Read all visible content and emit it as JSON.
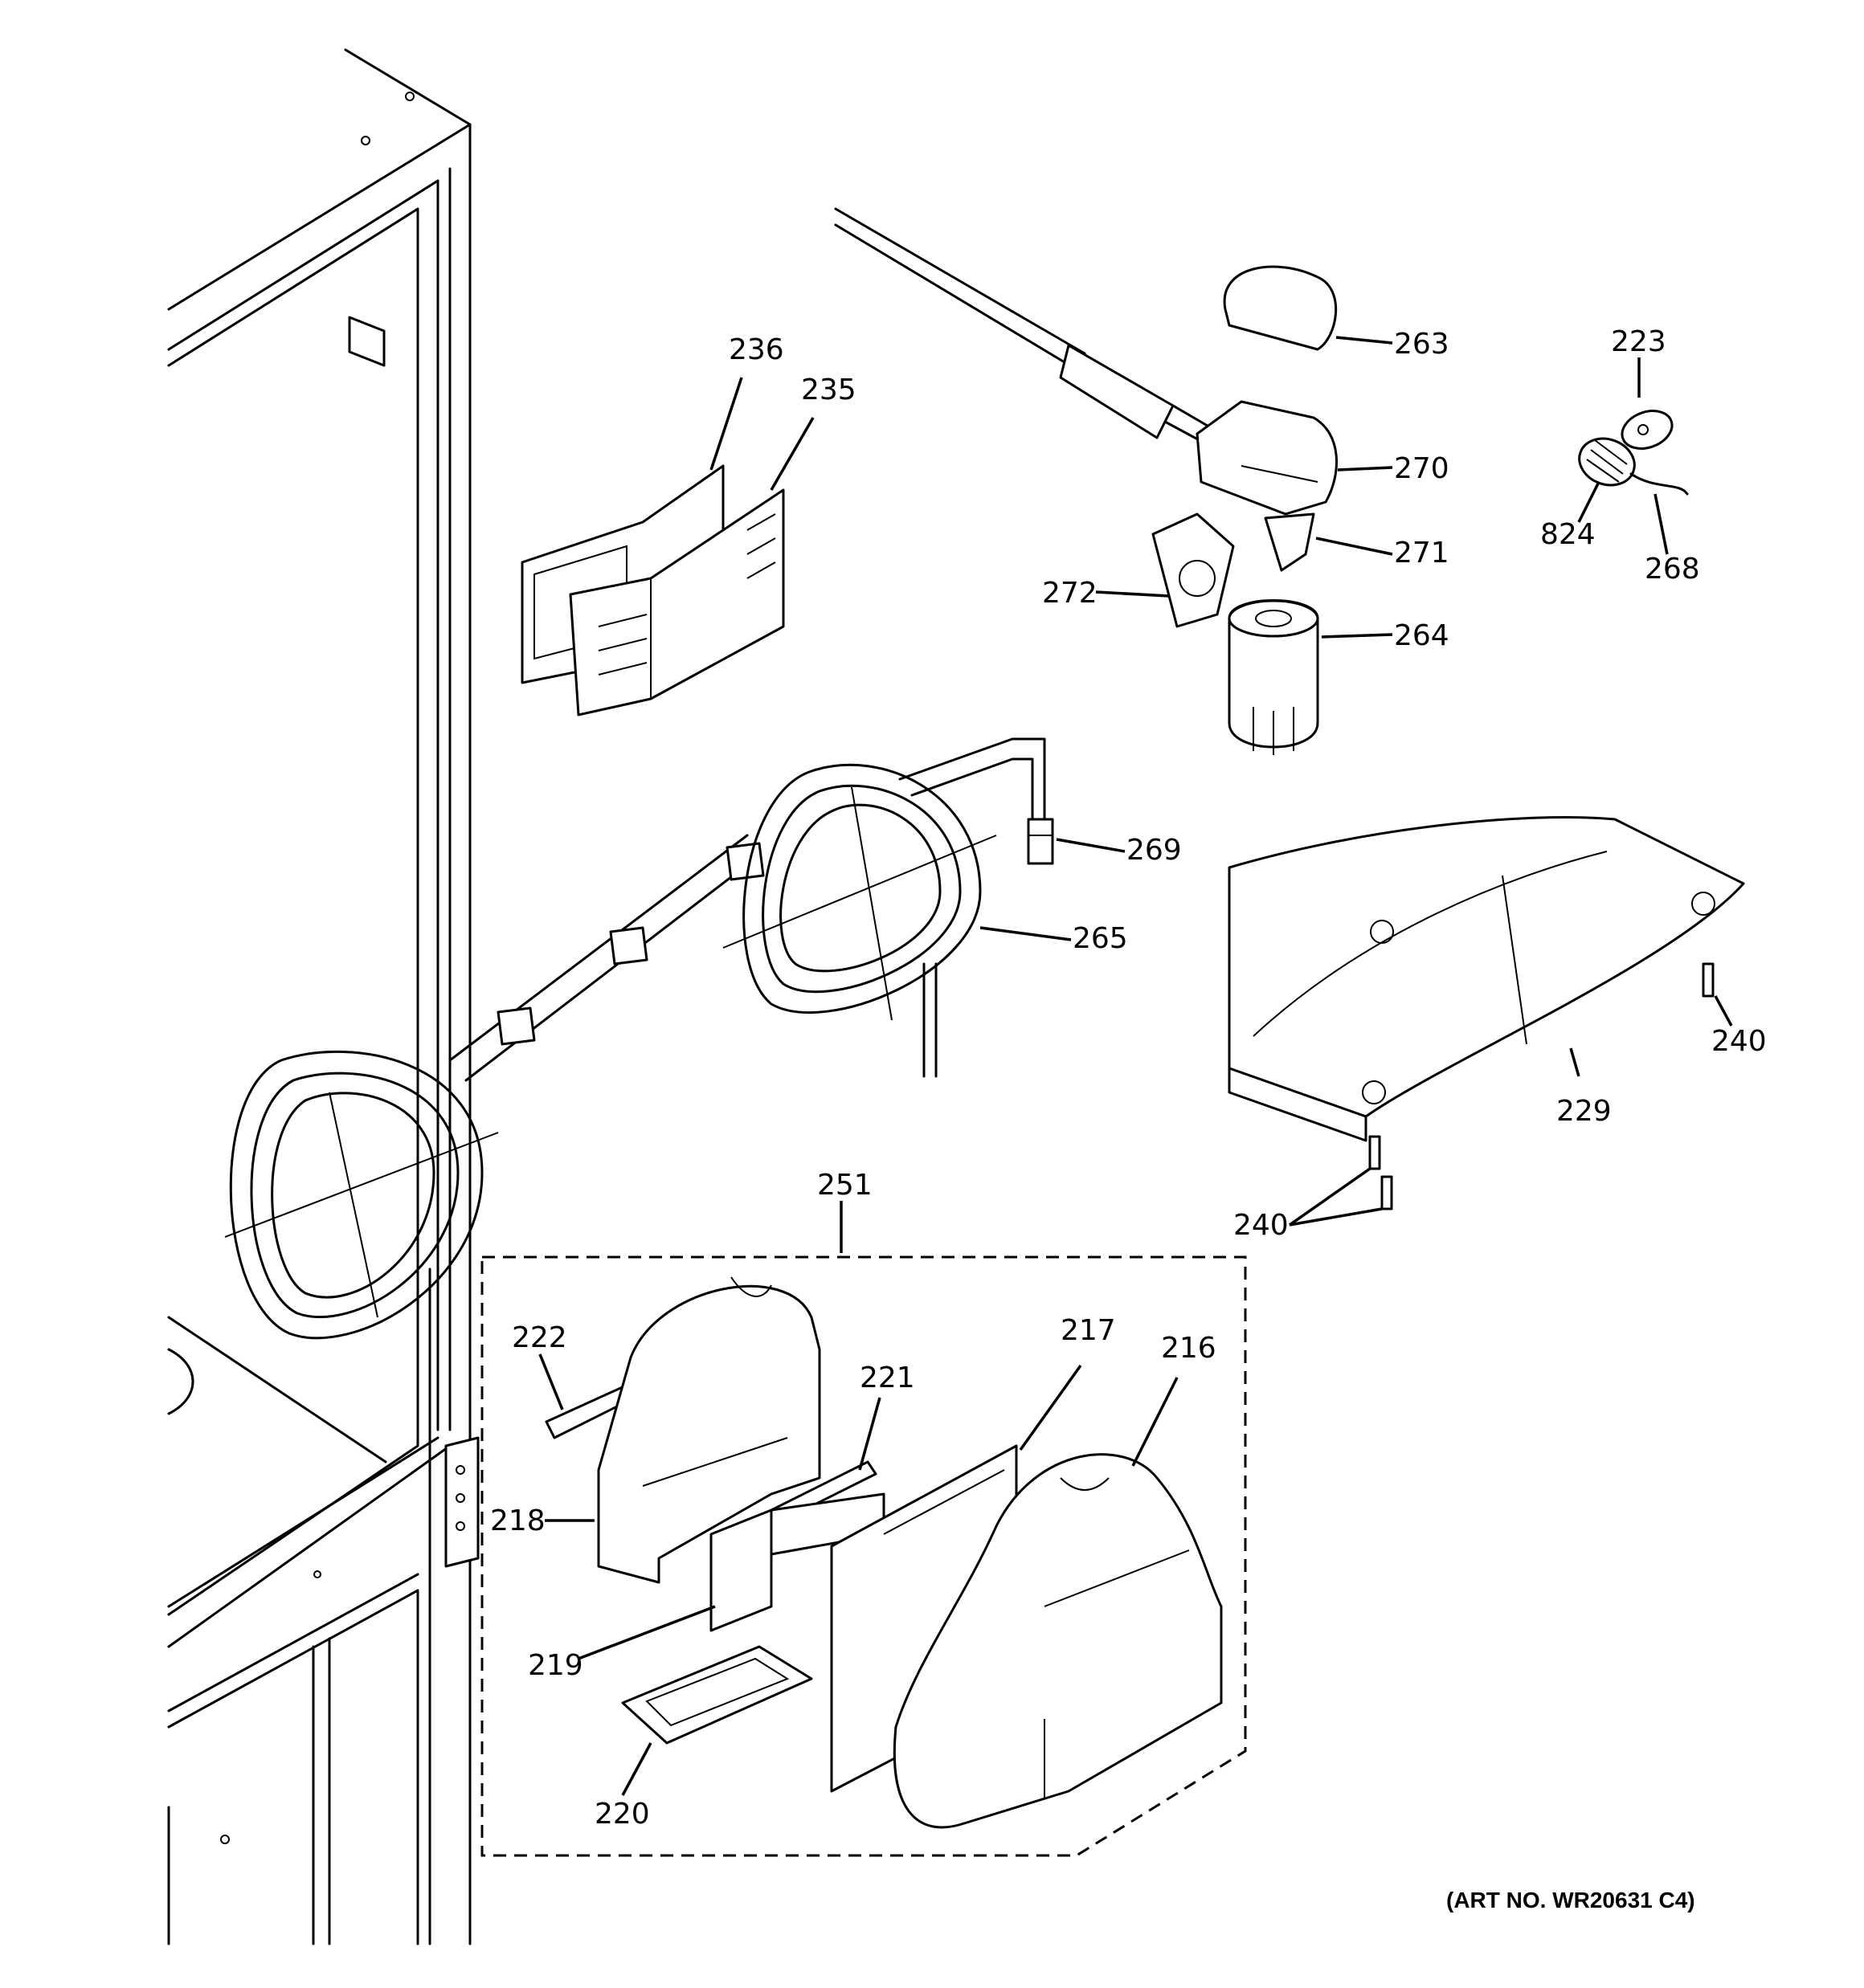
{
  "art_number": "(ART NO. WR20631 C4)",
  "callouts": {
    "c236": "236",
    "c235": "235",
    "c263": "263",
    "c223": "223",
    "c270": "270",
    "c824": "824",
    "c268": "268",
    "c271": "271",
    "c272": "272",
    "c264": "264",
    "c269": "269",
    "c265": "265",
    "c240a": "240",
    "c229": "229",
    "c251": "251",
    "c240b": "240",
    "c222": "222",
    "c221": "221",
    "c217": "217",
    "c216": "216",
    "c218": "218",
    "c219": "219",
    "c220": "220"
  }
}
